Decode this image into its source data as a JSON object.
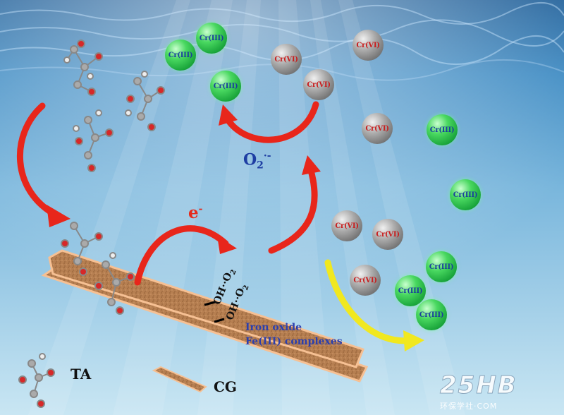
{
  "labels": {
    "ta": "TA",
    "cg": "CG",
    "iron_oxide": "Iron oxide",
    "fe_complexes": "Fe(III) complexes",
    "electron_base": "e",
    "electron_sup": "-",
    "superoxide_base": "O",
    "superoxide_sub": "2",
    "superoxide_sup": "·-",
    "surface_group_1": "OH··O",
    "surface_group_1_sub": "2",
    "surface_group_2": "OH··O",
    "surface_group_2_sub": "2"
  },
  "ions": {
    "cr3_label": "Cr(III)",
    "cr6_label": "Cr(VI)"
  },
  "watermark": {
    "logo": "25HB",
    "tagline": "环保学社·COM"
  },
  "colors": {
    "water_top": "#2f78b3",
    "water_bottom": "#b9dcef",
    "arrow_red": "#e8261b",
    "arrow_yellow": "#f1e81f",
    "sheet_fill": "#b07a4d",
    "sheet_edge": "#f3b98a",
    "cr3_green": "#2fc24c",
    "cr6_gray": "#8c8c8c",
    "label_blue": "#2b3fae"
  }
}
